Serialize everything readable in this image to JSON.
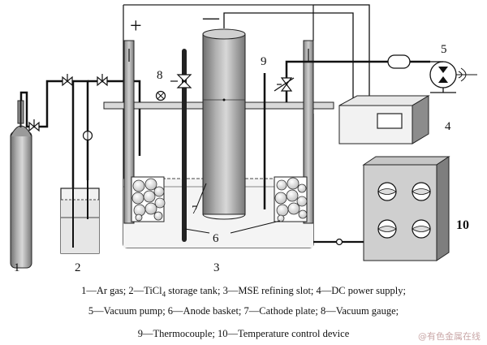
{
  "signs": {
    "plus": "+",
    "minus": "—"
  },
  "labels": {
    "n1": "1",
    "n2": "2",
    "n3": "3",
    "n4": "4",
    "n5": "5",
    "n6": "6",
    "n7": "7",
    "n8": "8",
    "n9": "9",
    "n10": "10"
  },
  "legend": {
    "line1": [
      "1—Ar gas; 2—TiCl",
      "4",
      " storage tank; 3—MSE refining slot; 4—DC power supply;"
    ],
    "line2": "5—Vacuum pump; 6—Anode basket; 7—Cathode plate; 8—Vacuum gauge;",
    "line3": "9—Thermocouple; 10—Temperature control device"
  },
  "watermark": "@有色金属在线"
}
